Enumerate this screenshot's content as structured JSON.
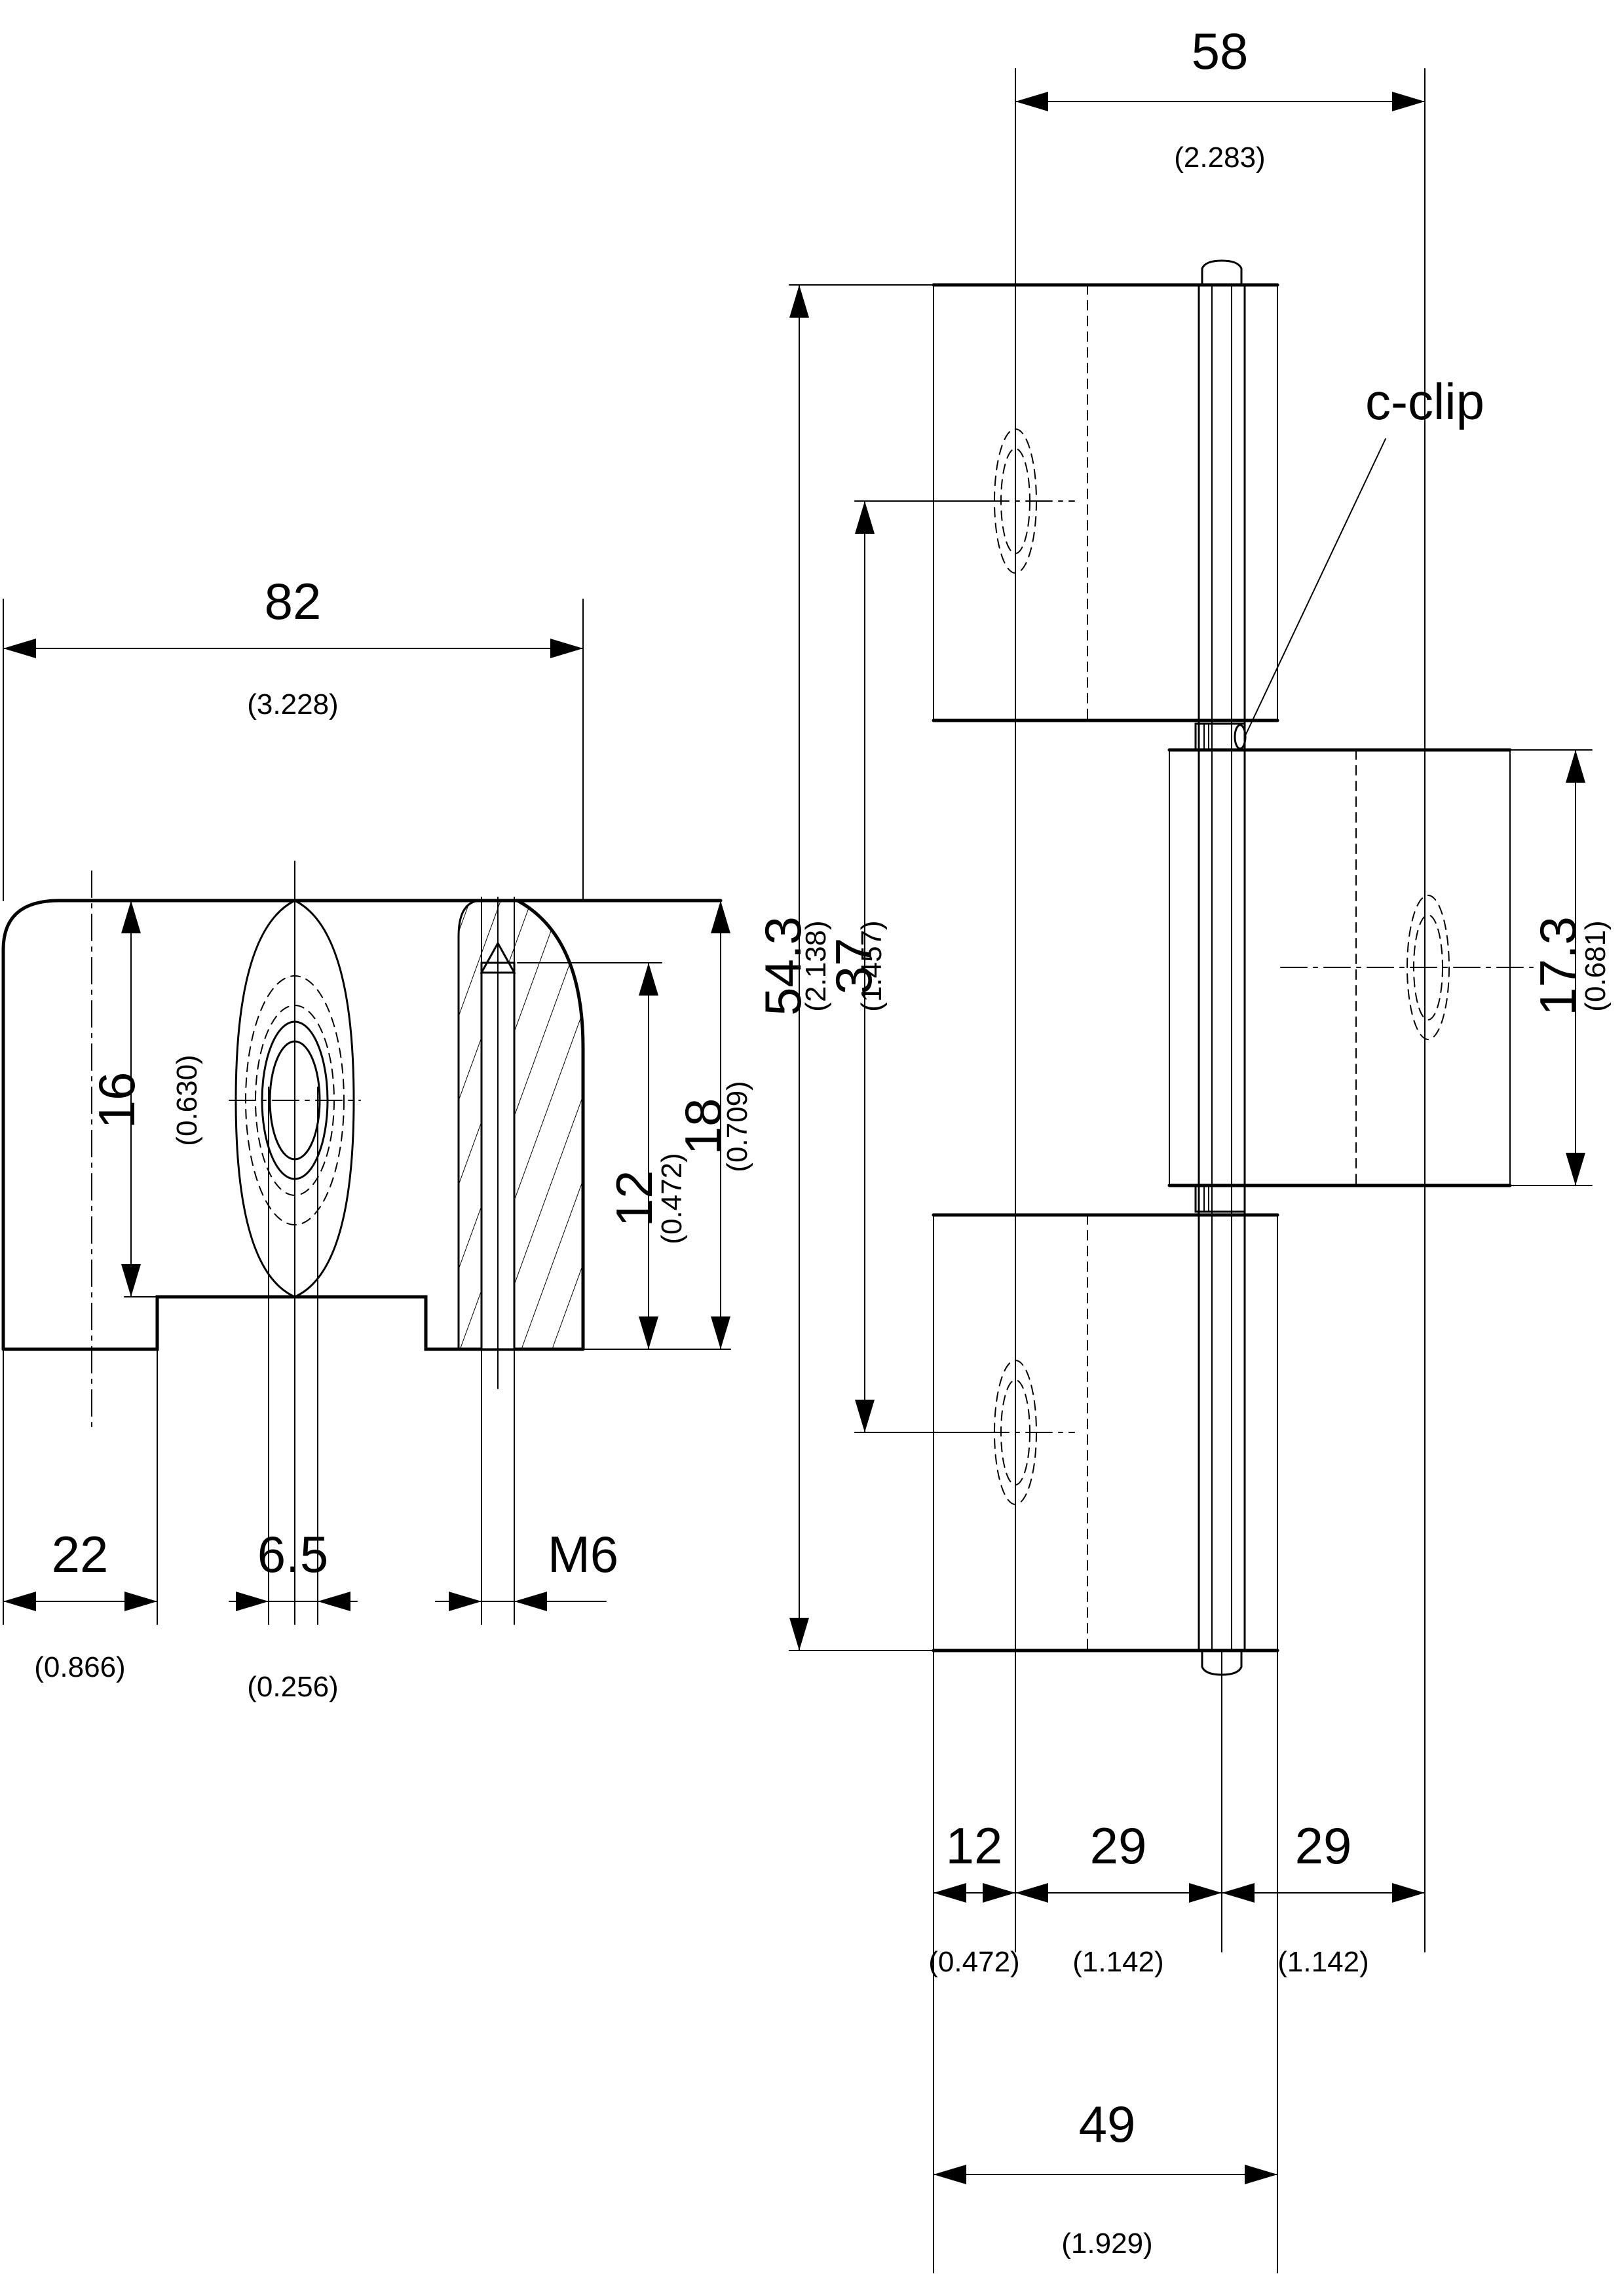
{
  "side_view": {
    "overall_width": {
      "value": "82",
      "inch": "(3.228)"
    },
    "height_16": {
      "value": "16",
      "inch": "(0.630)"
    },
    "height_12": {
      "value": "12",
      "inch": "(0.472)"
    },
    "height_18": {
      "value": "18",
      "inch": "(0.709)"
    },
    "dim_22": {
      "value": "22",
      "inch": "(0.866)"
    },
    "dim_6_5": {
      "value": "6.5",
      "inch": "(0.256)"
    },
    "thread": {
      "value": "M6"
    }
  },
  "front_view": {
    "top_58": {
      "value": "58",
      "inch": "(2.283)"
    },
    "callout_clip": "c-clip",
    "height_54_3": {
      "value": "54.3",
      "inch": "(2.138)"
    },
    "height_37": {
      "value": "37",
      "inch": "(1.457)"
    },
    "height_17_3": {
      "value": "17.3",
      "inch": "(0.681)"
    },
    "bottom_12": {
      "value": "12",
      "inch": "(0.472)"
    },
    "bottom_29a": {
      "value": "29",
      "inch": "(1.142)"
    },
    "bottom_29b": {
      "value": "29",
      "inch": "(1.142)"
    },
    "bottom_49": {
      "value": "49",
      "inch": "(1.929)"
    }
  }
}
